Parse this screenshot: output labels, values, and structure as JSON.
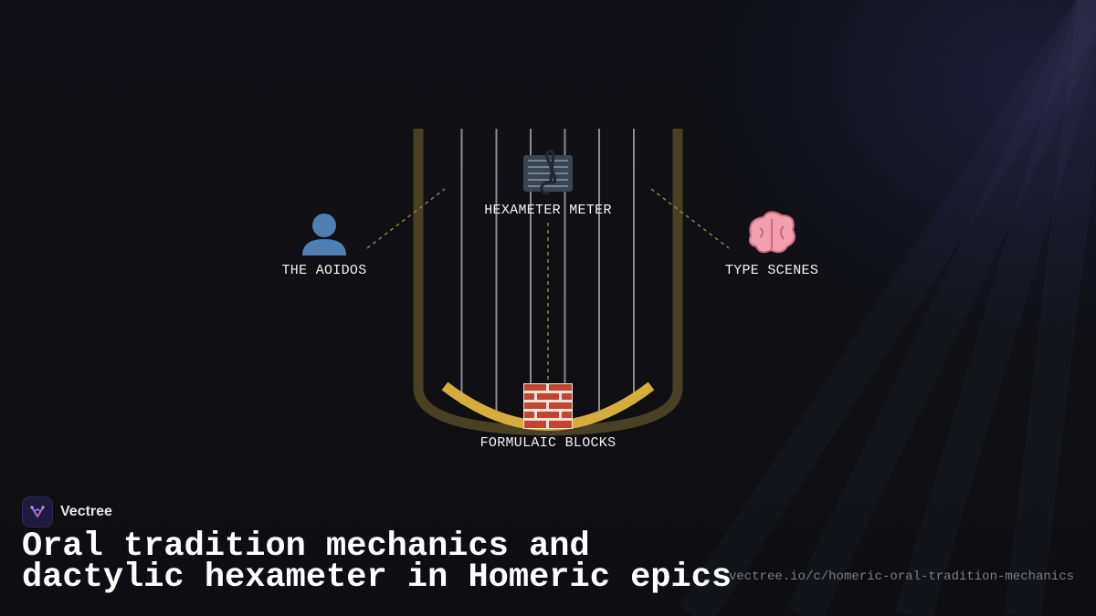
{
  "diagram": {
    "nodes": {
      "aoidos": {
        "label": "THE AOIDOS",
        "icon": "person-icon"
      },
      "hexameter": {
        "label": "HEXAMETER METER",
        "icon": "musical-score-icon"
      },
      "type_scenes": {
        "label": "TYPE SCENES",
        "icon": "brain-icon"
      },
      "formulaic": {
        "label": "FORMULAIC BLOCKS",
        "icon": "bricks-icon"
      }
    },
    "colors": {
      "lyre_frame": "#4a4024",
      "lyre_arm": "#d6ad3c",
      "strings": "#8a8a92",
      "connectors": "#8a7a40"
    }
  },
  "footer": {
    "brand_name": "Vectree",
    "brand_logo_icon": "vectree-logo-icon",
    "title": "Oral tradition mechanics and dactylic hexameter in Homeric epics",
    "url": "vectree.io/c/homeric-oral-tradition-mechanics"
  }
}
